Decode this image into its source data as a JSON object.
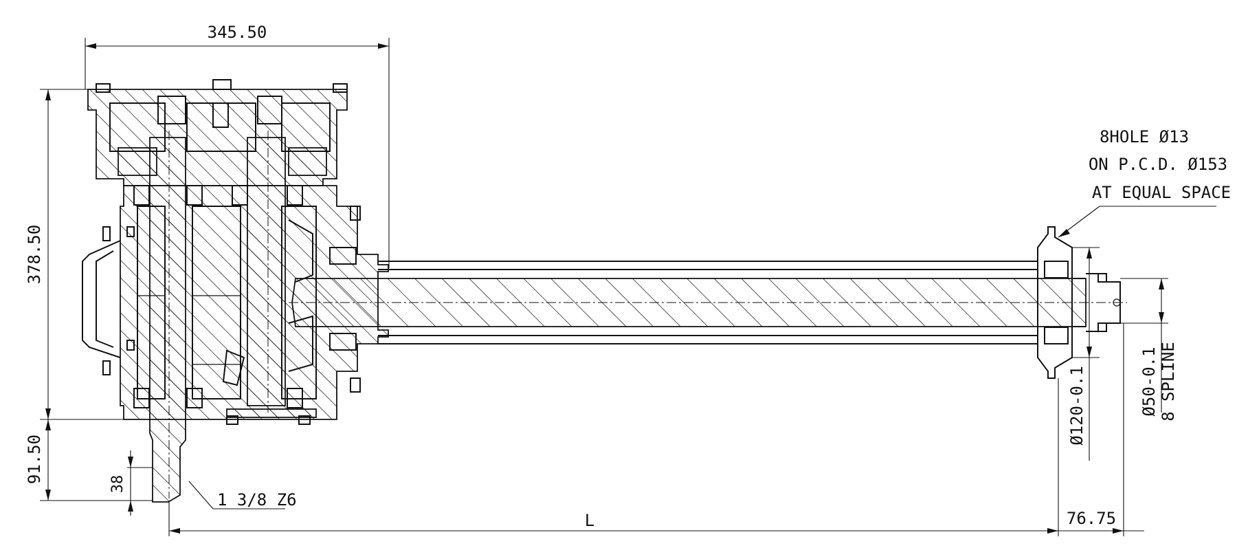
{
  "dimensions": {
    "width_top": "345.50",
    "height_body": "378.50",
    "height_lower": "91.50",
    "shaft_stub": "38",
    "spline_in": "1 3/8 Z6",
    "length": "L",
    "tail": "76.75",
    "dia_flange": "Ø120-0.1",
    "dia_shaft": "Ø50-0.1",
    "spline_out": "8 SPLINE"
  },
  "note": {
    "line1": "8HOLE Ø13",
    "line2": "ON P.C.D. Ø153",
    "line3": "AT EQUAL SPACE"
  },
  "colors": {
    "ink": "#111111",
    "paper": "#ffffff"
  }
}
